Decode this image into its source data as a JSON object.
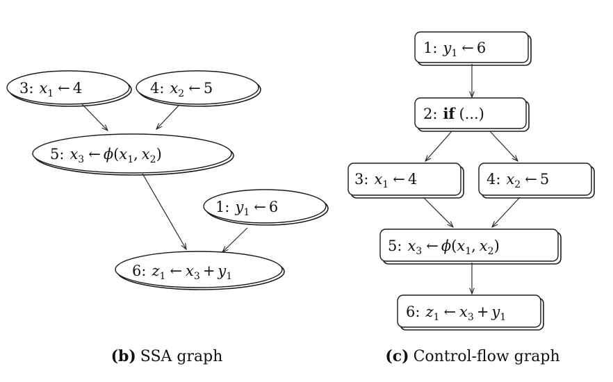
{
  "ssa_graph": {
    "caption_label": "(b)",
    "caption_text": "SSA graph",
    "nodes": {
      "n3": {
        "num": "3:",
        "var": "x",
        "sub": "1",
        "op": "←",
        "rhs": "4"
      },
      "n4": {
        "num": "4:",
        "var": "x",
        "sub": "2",
        "op": "←",
        "rhs": "5"
      },
      "n5": {
        "num": "5:",
        "var": "x",
        "sub": "3",
        "op": "←",
        "func": "ϕ",
        "open": "(",
        "a1": "x",
        "a1sub": "1",
        "comma": ",",
        "a2": "x",
        "a2sub": "2",
        "close": ")"
      },
      "n1": {
        "num": "1:",
        "var": "y",
        "sub": "1",
        "op": "←",
        "rhs": "6"
      },
      "n6": {
        "num": "6:",
        "var": "z",
        "sub": "1",
        "op": "←",
        "a1": "x",
        "a1sub": "3",
        "plus": "+",
        "a2": "y",
        "a2sub": "1"
      }
    }
  },
  "cfg": {
    "caption_label": "(c)",
    "caption_text": "Control-flow graph",
    "nodes": {
      "n1": {
        "num": "1:",
        "var": "y",
        "sub": "1",
        "op": "←",
        "rhs": "6"
      },
      "n2": {
        "num": "2:",
        "kw": "if",
        "rest": "(...)"
      },
      "n3": {
        "num": "3:",
        "var": "x",
        "sub": "1",
        "op": "←",
        "rhs": "4"
      },
      "n4": {
        "num": "4:",
        "var": "x",
        "sub": "2",
        "op": "←",
        "rhs": "5"
      },
      "n5": {
        "num": "5:",
        "var": "x",
        "sub": "3",
        "op": "←",
        "func": "ϕ",
        "open": "(",
        "a1": "x",
        "a1sub": "1",
        "comma": ",",
        "a2": "x",
        "a2sub": "2",
        "close": ")"
      },
      "n6": {
        "num": "6:",
        "var": "z",
        "sub": "1",
        "op": "←",
        "a1": "x",
        "a1sub": "3",
        "plus": "+",
        "a2": "y",
        "a2sub": "1"
      }
    }
  }
}
